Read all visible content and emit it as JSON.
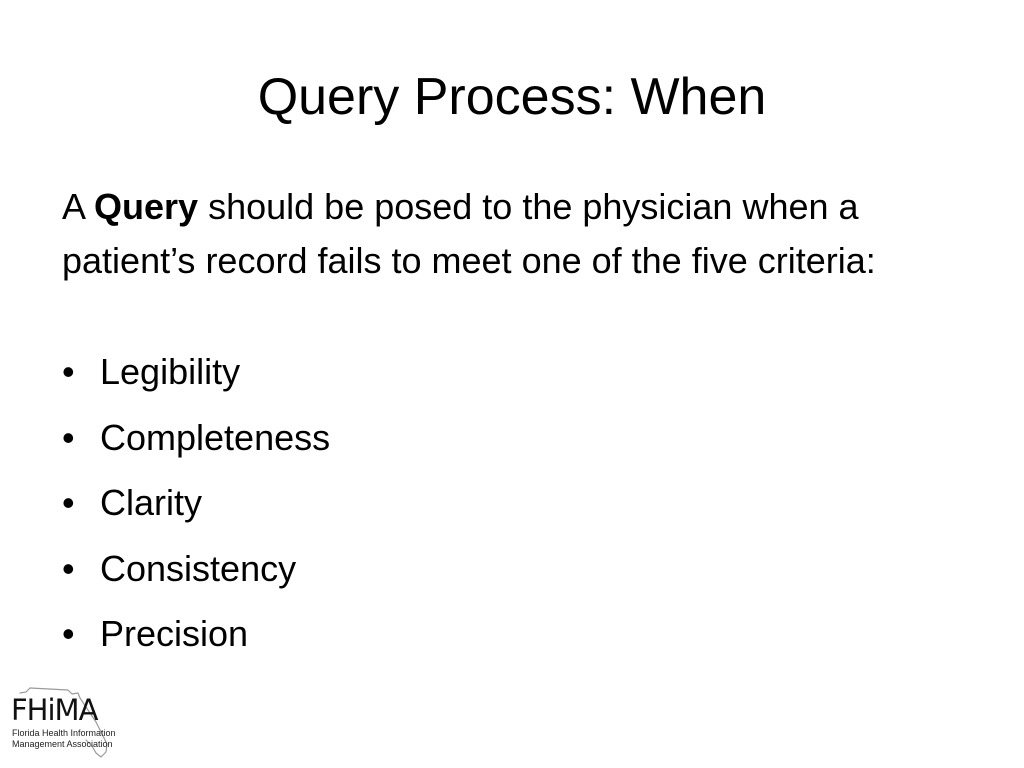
{
  "slide": {
    "title": "Query Process: When",
    "intro": {
      "prefix": "A ",
      "bold": "Query",
      "suffix": " should be posed to the physician when a patient’s record fails to meet one of the five criteria:"
    },
    "bullet_glyph": "•",
    "bullets": [
      "Legibility",
      "Completeness",
      "Clarity",
      "Consistency",
      "Precision"
    ]
  },
  "logo": {
    "word": "FHiMA",
    "line1": "Florida Health Information",
    "line2": "Management Association",
    "icon": "florida-state-outline-icon"
  }
}
